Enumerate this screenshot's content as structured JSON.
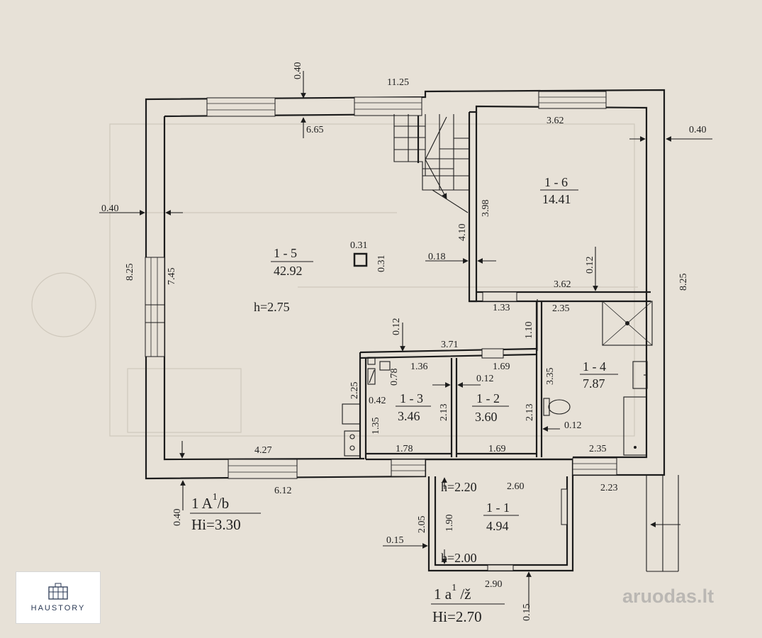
{
  "plan": {
    "dimensions": {
      "top_total": "11.25",
      "top_wall": "0.40",
      "top_inner": "6.65",
      "right_wall": "0.40",
      "left_wall": "0.40",
      "left_total": "8.25",
      "left_inner": "7.45",
      "right_total": "8.25",
      "stair": "4.10",
      "r16_width_top": "3.62",
      "r16_height": "3.98",
      "r16_width_bottom": "3.62",
      "r16_wall_bottom": "0.12",
      "partition_018": "0.18",
      "col_a": "0.31",
      "col_b": "0.31",
      "wall_012_a": "0.12",
      "seg_371": "3.71",
      "seg_133": "1.33",
      "seg_110": "1.10",
      "seg_235_top": "2.35",
      "seg_335": "3.35",
      "wall_012_b": "0.12",
      "seg_235_bottom": "2.35",
      "seg_136": "1.36",
      "seg_078": "0.78",
      "seg_042": "0.42",
      "seg_213_a": "2.13",
      "seg_135": "1.35",
      "seg_178": "1.78",
      "seg_169_top": "1.69",
      "wall_012_c": "0.12",
      "seg_213_b": "2.13",
      "seg_169_bottom": "1.69",
      "seg_225": "2.25",
      "seg_427": "4.27",
      "seg_612": "6.12",
      "seg_260": "2.60",
      "seg_223": "2.23",
      "seg_205": "2.05",
      "seg_190": "1.90",
      "seg_015_left": "0.15",
      "seg_290": "2.90",
      "seg_015_bottom": "0.15",
      "bottom_wall": "0.40"
    },
    "rooms": {
      "r15_id": "1 - 5",
      "r15_area": "42.92",
      "r15_height": "h=2.75",
      "r16_id": "1 - 6",
      "r16_area": "14.41",
      "r14_id": "1 - 4",
      "r14_area": "7.87",
      "r13_id": "1 - 3",
      "r13_area": "3.46",
      "r12_id": "1 - 2",
      "r12_area": "3.60",
      "r11_id": "1 - 1",
      "r11_area": "4.94",
      "r11_height_top": "h=2.20",
      "r11_height_bottom": "h=2.00"
    },
    "legend": {
      "main_prefix": "1 A",
      "main_sup": "1",
      "main_suffix": "/b",
      "main_hi": "Hi=3.30",
      "annex_prefix": "1 a",
      "annex_sup": "1",
      "annex_suffix": " /ž",
      "annex_hi": "Hi=2.70"
    }
  },
  "branding": {
    "logo_text": "HAUSTORY",
    "watermark_text": "aruodas",
    "watermark_dot": ".",
    "watermark_tld": "lt",
    "logo_color": "#2b3a55"
  }
}
